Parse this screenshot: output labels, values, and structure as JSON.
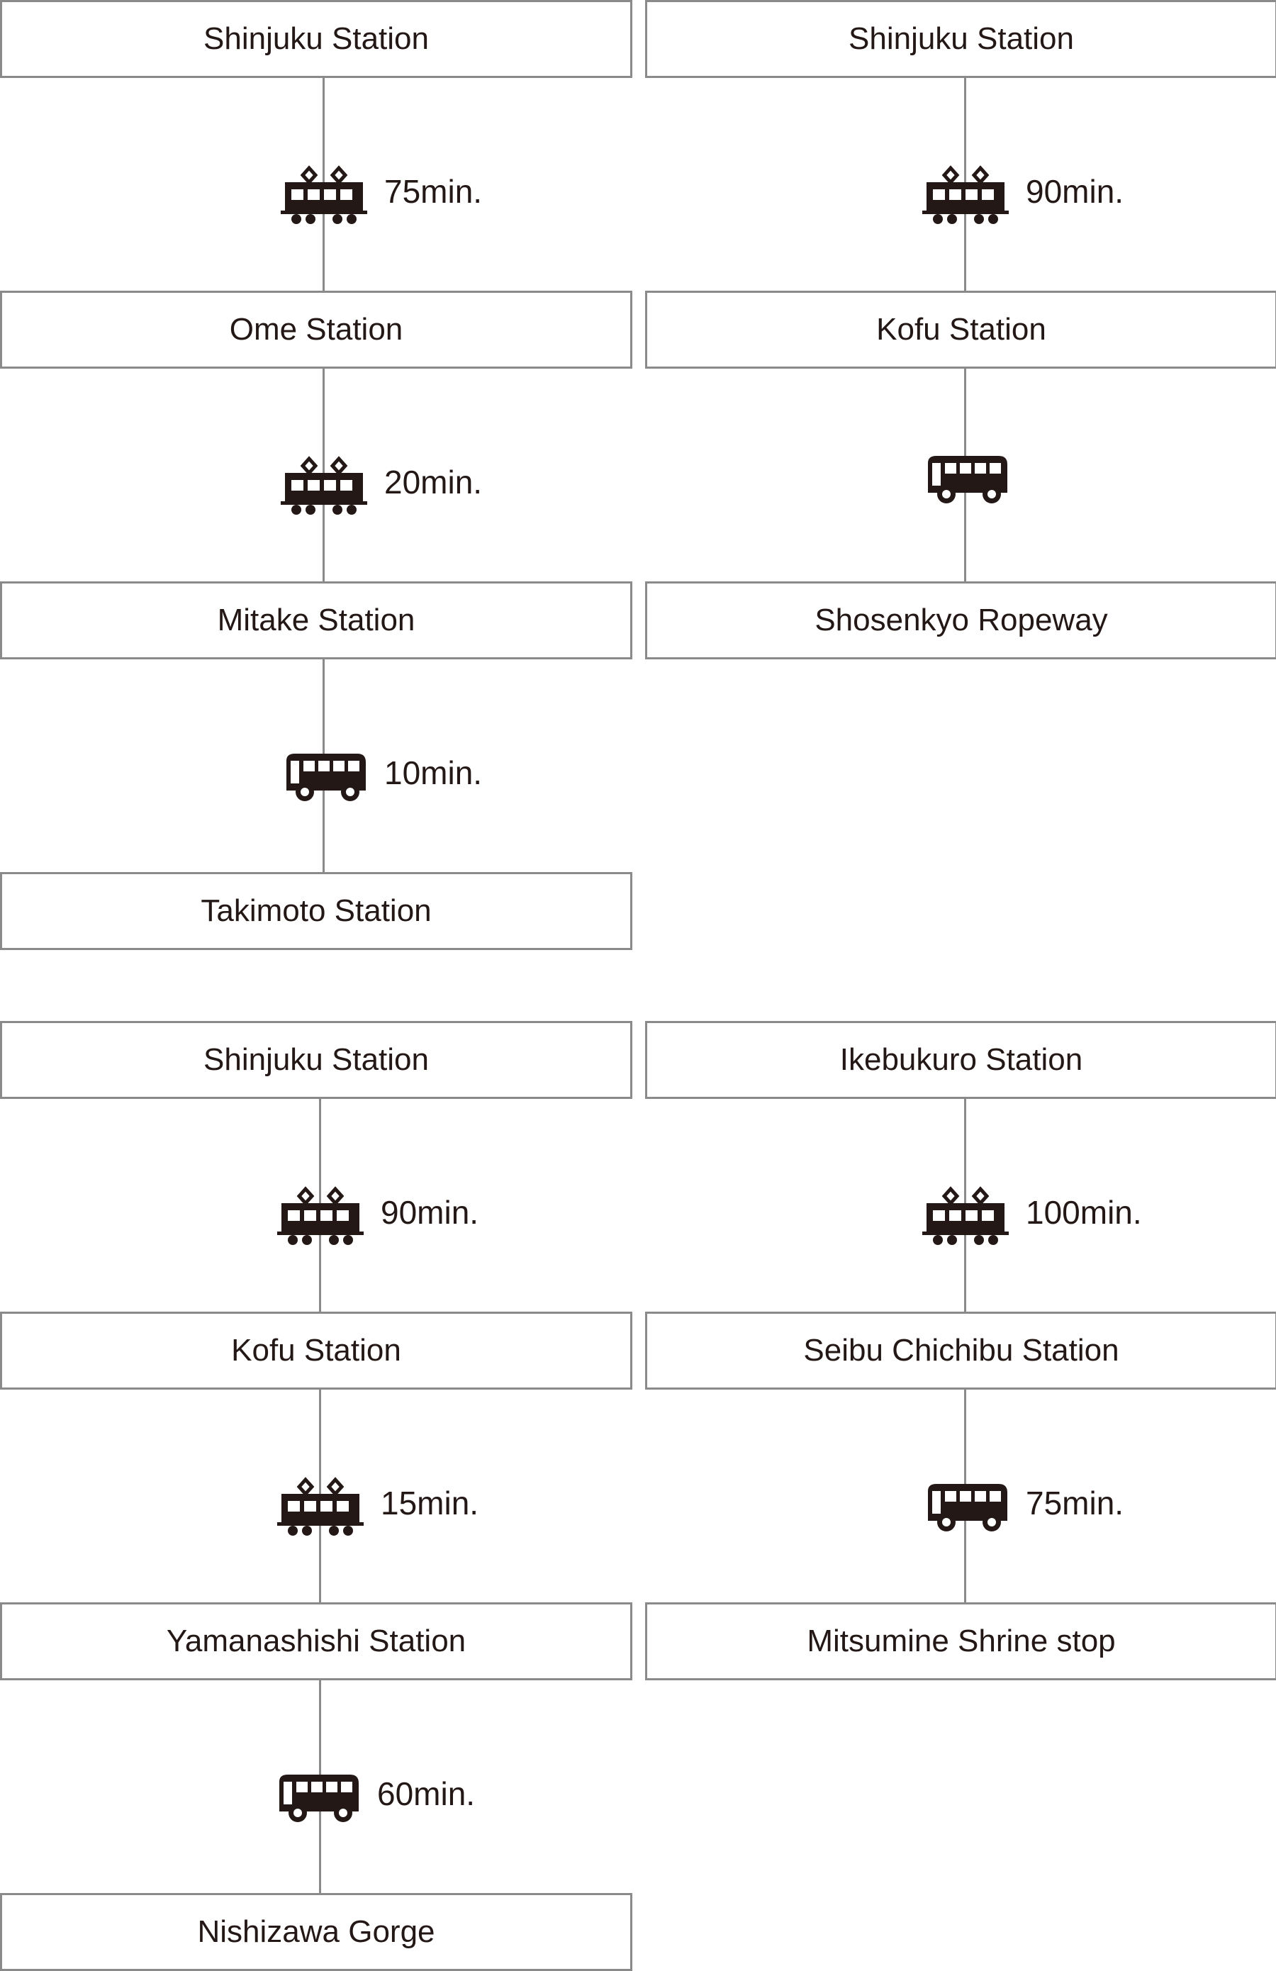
{
  "routes": [
    {
      "stops": [
        "Shinjuku Station",
        "Ome Station",
        "Mitake Station",
        "Takimoto Station"
      ],
      "legs": [
        {
          "mode": "train-icon",
          "time": "75min."
        },
        {
          "mode": "train-icon",
          "time": "20min."
        },
        {
          "mode": "bus-icon",
          "time": "10min."
        }
      ]
    },
    {
      "stops": [
        "Shinjuku Station",
        "Kofu Station",
        "Shosenkyo Ropeway"
      ],
      "legs": [
        {
          "mode": "train-icon",
          "time": "90min."
        },
        {
          "mode": "bus-icon",
          "time": ""
        }
      ]
    },
    {
      "stops": [
        "Shinjuku Station",
        "Kofu Station",
        "Yamanashishi Station",
        "Nishizawa Gorge"
      ],
      "legs": [
        {
          "mode": "train-icon",
          "time": "90min."
        },
        {
          "mode": "train-icon",
          "time": "15min."
        },
        {
          "mode": "bus-icon",
          "time": "60min."
        }
      ]
    },
    {
      "stops": [
        "Ikebukuro Station",
        "Seibu Chichibu Station",
        "Mitsumine Shrine stop"
      ],
      "legs": [
        {
          "mode": "train-icon",
          "time": "100min."
        },
        {
          "mode": "bus-icon",
          "time": "75min."
        }
      ]
    }
  ],
  "colors": {
    "text": "#231815",
    "border": "#8a8a8a",
    "icon": "#231815"
  }
}
